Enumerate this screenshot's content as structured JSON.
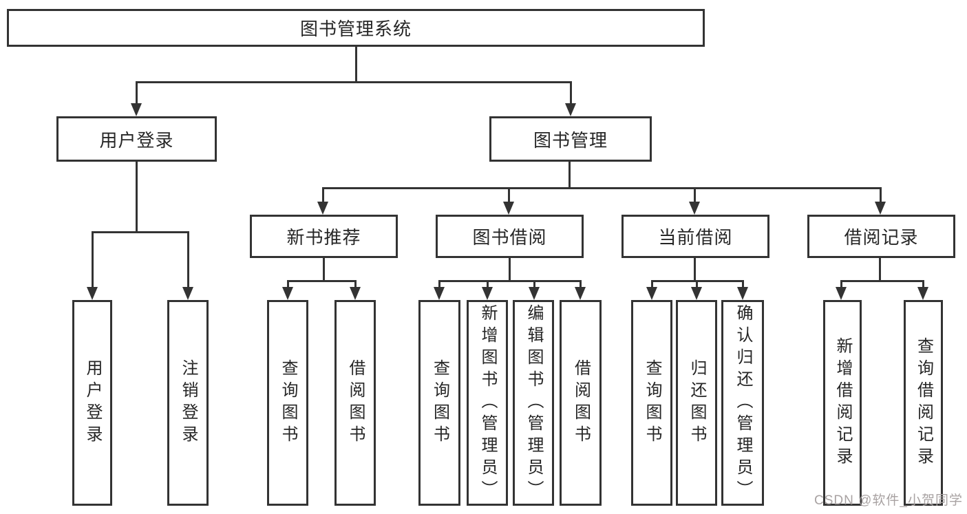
{
  "diagram": {
    "root": {
      "label": "图书管理系统"
    },
    "level1": [
      {
        "id": "user-login",
        "label": "用户登录"
      },
      {
        "id": "book-management",
        "label": "图书管理"
      }
    ],
    "level2": [
      {
        "id": "new-book-recommend",
        "label": "新书推荐"
      },
      {
        "id": "book-borrow",
        "label": "图书借阅"
      },
      {
        "id": "current-borrow",
        "label": "当前借阅"
      },
      {
        "id": "borrow-records",
        "label": "借阅记录"
      }
    ],
    "level3": {
      "user_login": [
        "用户登录",
        "注销登录"
      ],
      "new_book_recommend": [
        "查询图书",
        "借阅图书"
      ],
      "book_borrow": [
        "查询图书",
        "新增图书（管理员）",
        "编辑图书（管理员）",
        "借阅图书"
      ],
      "current_borrow": [
        "查询图书",
        "归还图书",
        "确认归还（管理员）"
      ],
      "borrow_records": [
        "新增借阅记录",
        "查询借阅记录"
      ]
    }
  },
  "watermark": {
    "text": "CSDN @软件_小贺同学"
  },
  "colors": {
    "line": "#333333",
    "text": "#262626",
    "background": "#ffffff",
    "watermark": "#a8a2a2"
  }
}
